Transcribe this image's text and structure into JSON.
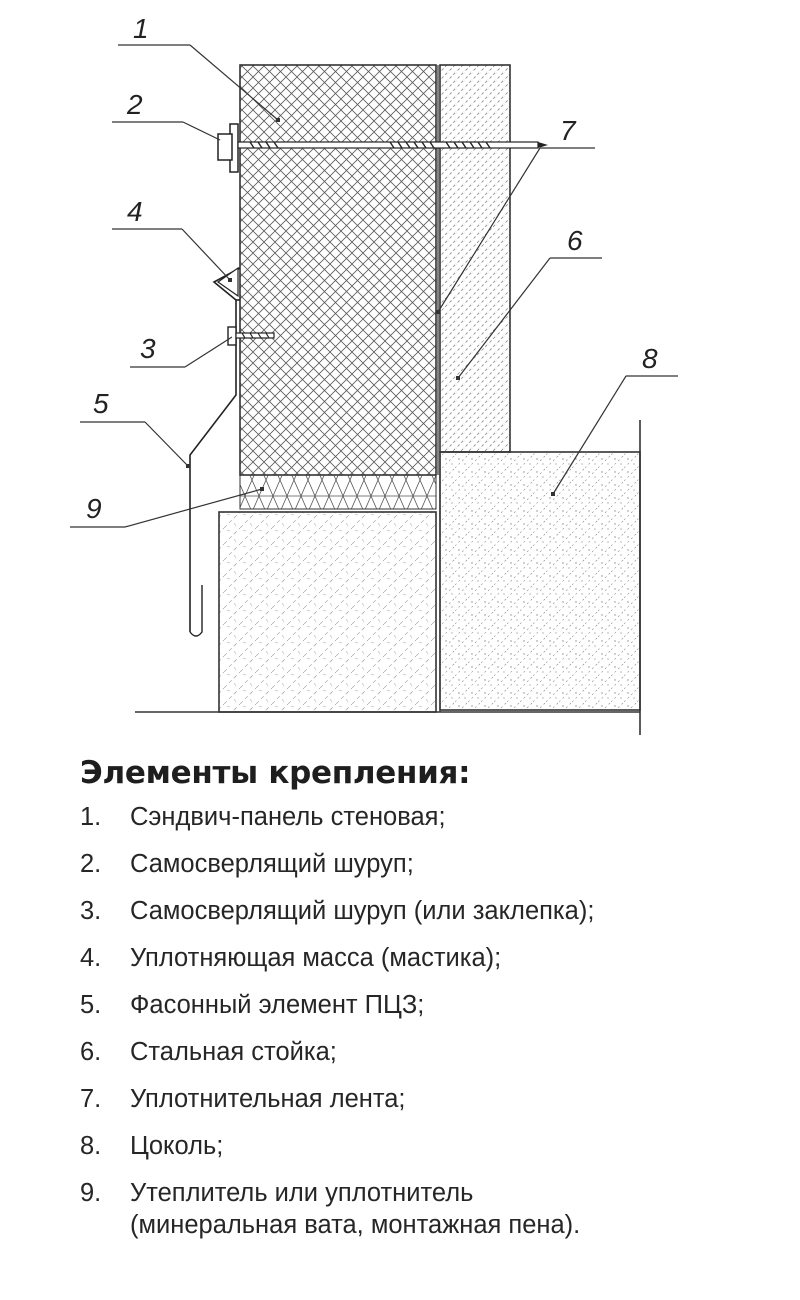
{
  "callouts": [
    "1",
    "2",
    "3",
    "4",
    "5",
    "6",
    "7",
    "8",
    "9"
  ],
  "legend": {
    "title": "Элементы крепления:",
    "items": [
      {
        "num": "1.",
        "lines": [
          "Сэндвич-панель стеновая;"
        ]
      },
      {
        "num": "2.",
        "lines": [
          "Самосверлящий шуруп;"
        ]
      },
      {
        "num": "3.",
        "lines": [
          "Самосверлящий шуруп (или заклепка);"
        ]
      },
      {
        "num": "4.",
        "lines": [
          "Уплотняющая масса (мастика);"
        ]
      },
      {
        "num": "5.",
        "lines": [
          "Фасонный элемент ПЦЗ;"
        ]
      },
      {
        "num": "6.",
        "lines": [
          "Стальная стойка;"
        ]
      },
      {
        "num": "7.",
        "lines": [
          "Уплотнительная лента;"
        ]
      },
      {
        "num": "8.",
        "lines": [
          "Цоколь;"
        ]
      },
      {
        "num": "9.",
        "lines": [
          "Утеплитель или уплотнитель",
          "(минеральная вата, монтажная пена)."
        ]
      }
    ]
  },
  "colors": {
    "line": "#333333",
    "hatch": "#555555"
  }
}
